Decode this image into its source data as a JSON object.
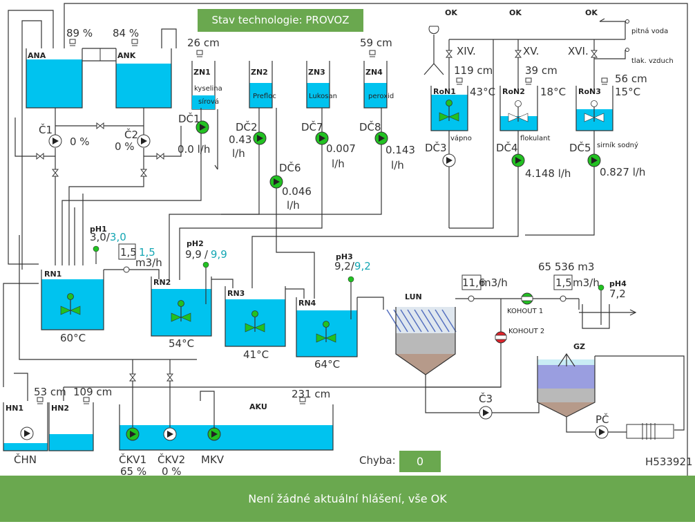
{
  "header": {
    "status": "Stav technologie: PROVOZ"
  },
  "ok_labels": [
    "OK",
    "OK",
    "OK"
  ],
  "supply": {
    "water": "pitná voda",
    "air": "tlak. vzduch"
  },
  "tanks": {
    "ana": {
      "name": "ANA",
      "level": "89 %"
    },
    "ank": {
      "name": "ANK",
      "level": "84 %"
    },
    "zn1": {
      "name": "ZN1",
      "content_1": "kyselina",
      "content_2": "sírová",
      "level": "26 cm"
    },
    "zn2": {
      "name": "ZN2",
      "content": "Prefloc"
    },
    "zn3": {
      "name": "ZN3",
      "content": "Lukosan"
    },
    "zn4": {
      "name": "ZN4",
      "content": "peroxid",
      "level": "59 cm"
    },
    "ron1": {
      "name": "RoN1",
      "level": "119 cm",
      "temp": "43°C",
      "content": "vápno"
    },
    "ron2": {
      "name": "RoN2",
      "level": "39 cm",
      "temp": "18°C",
      "content": "flokulant"
    },
    "ron3": {
      "name": "RoN3",
      "level": "56 cm",
      "temp": "15°C",
      "content": "sirník sodný"
    },
    "rn1": {
      "name": "RN1",
      "temp": "60°C"
    },
    "rn2": {
      "name": "RN2",
      "temp": "54°C"
    },
    "rn3": {
      "name": "RN3",
      "temp": "41°C"
    },
    "rn4": {
      "name": "RN4",
      "temp": "64°C"
    },
    "lun": {
      "name": "LUN"
    },
    "gz": {
      "name": "GZ"
    },
    "hn1": {
      "name": "HN1",
      "level": "53 cm"
    },
    "hn2": {
      "name": "HN2",
      "level": "109 cm"
    },
    "aku": {
      "name": "AKU",
      "level": "231 cm"
    }
  },
  "valves": {
    "xiv": "XIV.",
    "xv": "XV.",
    "xvi": "XVI."
  },
  "pumps": {
    "c1": {
      "name": "Č1",
      "value": "0 %"
    },
    "c2": {
      "name": "Č2",
      "value": "0 %"
    },
    "c3": {
      "name": "Č3"
    },
    "pc": {
      "name": "PČ"
    },
    "chn": {
      "name": "ČHN"
    },
    "ckv1": {
      "name": "ČKV1",
      "value": "65 %"
    },
    "ckv2": {
      "name": "ČKV2",
      "value": "0 %"
    },
    "mkv": {
      "name": "MKV"
    }
  },
  "dosing": {
    "dc1": {
      "name": "DČ1",
      "flow": "0.0 l/h"
    },
    "dc2": {
      "name": "DČ2",
      "flow_1": "0.43",
      "flow_2": "l/h"
    },
    "dc6": {
      "name": "DČ6",
      "flow_1": "0.046",
      "flow_2": "l/h"
    },
    "dc7": {
      "name": "DČ7",
      "flow_1": "0.007",
      "flow_2": "l/h"
    },
    "dc8": {
      "name": "DČ8",
      "flow_1": "0.143",
      "flow_2": "l/h"
    },
    "dc3": {
      "name": "DČ3"
    },
    "dc4": {
      "name": "DČ4",
      "flow": "4.148 l/h"
    },
    "dc5": {
      "name": "DČ5",
      "flow": "0.827 l/h"
    }
  },
  "ph": {
    "ph1": {
      "name": "pH1",
      "actual": "3,0",
      "sep": "/",
      "setpoint": "3,0"
    },
    "ph2": {
      "name": "pH2",
      "actual": "9,9",
      "sep": "/",
      "setpoint": "9,9"
    },
    "ph3": {
      "name": "pH3",
      "actual": "9,2",
      "sep": "/",
      "setpoint": "9,2"
    },
    "ph4": {
      "name": "pH4",
      "actual": "7,2"
    }
  },
  "flowmeters": {
    "rn1": {
      "value": "1,5",
      "setpoint": "1,5",
      "unit": "m3/h"
    },
    "lun": {
      "value": "11,6",
      "unit": "m3/h"
    },
    "out": {
      "value": "1,5",
      "unit": "m3/h",
      "total": "65 536 m3"
    }
  },
  "kohout": {
    "k1": "KOHOUT 1",
    "k2": "KOHOUT 2"
  },
  "error": {
    "label": "Chyba:",
    "value": "0"
  },
  "code": "H533921",
  "message": "Není žádné aktuální hlášení, vše OK"
}
